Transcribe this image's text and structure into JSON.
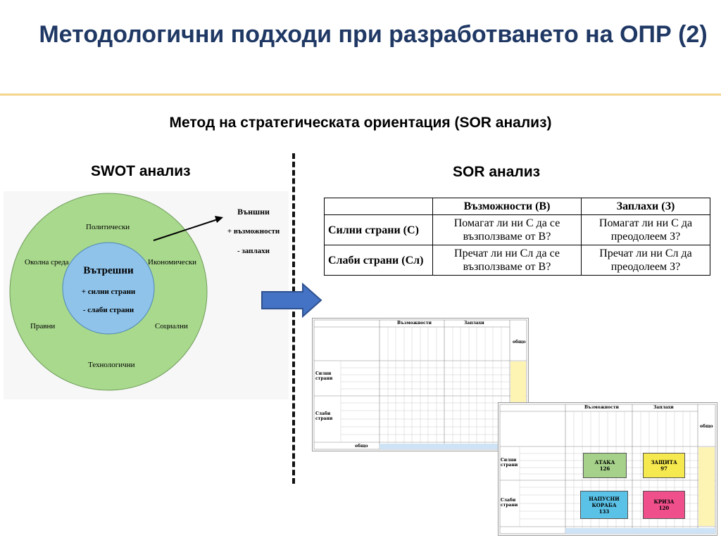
{
  "title": "Методологични подходи при разработването на ОПР (2)",
  "method": "Метод на стратегическата ориентация (SOR анализ)",
  "swot": {
    "heading": "SWOT анализ",
    "outer_labels": [
      "Политически",
      "Околна среда",
      "Икономически",
      "Правни",
      "Социални",
      "Технологични"
    ],
    "inner_title": "Вътрешни",
    "inner_plus": "+ силни страни",
    "inner_minus": "- слаби страни",
    "external_title": "Външни",
    "external_plus": "+ възможности",
    "external_minus": "- заплахи",
    "colors": {
      "outer": "#a9d98d",
      "inner": "#8fc3ea"
    }
  },
  "sor": {
    "heading": "SOR анализ",
    "col_headers": [
      "",
      "Възможности (В)",
      "Заплахи (З)"
    ],
    "rows": [
      {
        "label": "Силни страни (С)",
        "cells": [
          "Помагат ли ни С да се възползваме от В?",
          "Помагат ли ни С да преодолеем З?"
        ]
      },
      {
        "label": "Слаби страни (Сл)",
        "cells": [
          "Пречат ли ни Сл да се възползваме от В?",
          "Пречат ли ни Сл да преодолеем З?"
        ]
      }
    ]
  },
  "matrix1": {
    "header_opps": "Възможности",
    "header_threats": "Заплахи",
    "total_col": "общо",
    "row_strong": "Силни страни",
    "row_weak": "Слаби страни",
    "total_row": "общо"
  },
  "matrix2": {
    "header_opps": "Възможности",
    "header_threats": "Заплахи",
    "total_col": "общо",
    "row_strong": "Силни страни",
    "row_weak": "Слаби страни",
    "zones": [
      {
        "name": "АТАКА",
        "value": "126",
        "color": "#a6d18a"
      },
      {
        "name": "ЗАЩИТА",
        "value": "97",
        "color": "#f6e94f"
      },
      {
        "name": "НАПУСНИ КОРАБА",
        "value": "133",
        "color": "#5bc2e7"
      },
      {
        "name": "КРИЗА",
        "value": "120",
        "color": "#ef4f8b"
      }
    ]
  },
  "colors": {
    "title": "#1f3864",
    "arrow": "#4472c4"
  }
}
